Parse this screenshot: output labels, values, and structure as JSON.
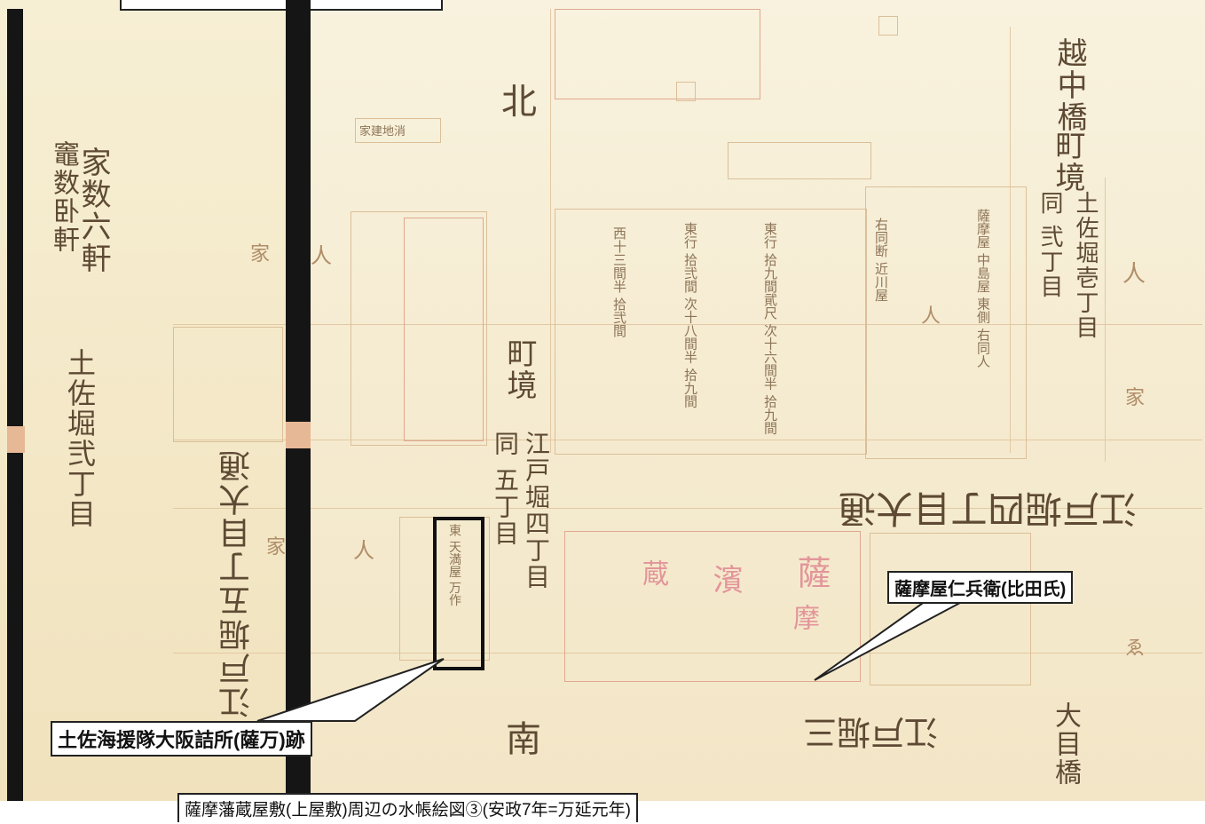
{
  "callouts": {
    "tosa_office": "土佐海援隊大阪詰所(薩万)跡",
    "satsumaya": "薩摩屋仁兵衛(比田氏)"
  },
  "caption": "薩摩藩蔵屋敷(上屋敷)周辺の水帳絵図③(安政7年=万延元年)",
  "map_text": {
    "north": "北",
    "south": "南",
    "etchu_bashi": "越中橋",
    "machisakai_1": "町境",
    "tosabori_1_2": "土佐堀壱丁目",
    "tosabori_2": "同 弐丁目",
    "iekazu_1": "家数六軒",
    "iekazu_2": "竈数卧軒",
    "tosabori_left": "土佐堀弐丁目",
    "machisakai_2": "町境",
    "edobori_4": "江戸堀四丁目",
    "edobori_5": "同 五丁目",
    "edobori_5_odori": "江戸堀五丁目大通",
    "edobori_4_odori": "江戸堀四丁目大通",
    "edobori_3": "江戸堀三",
    "ohime_bashi": "大目橋",
    "kawa_chi": "家建地消",
    "ie_1": "家",
    "ie_2": "家",
    "hito_1": "人",
    "hito_2": "人",
    "hito_3": "人",
    "hito_4": "人",
    "right_ka": "家",
    "right_ha": "ゑ",
    "sat_1": "薩",
    "sat_2": "摩",
    "hamaya": "濱",
    "kurayashiki": "蔵",
    "records_1": "東行 拾九間貮尺 次十六間半 拾九間",
    "records_2": "東行 拾弐間 次十八間半 拾九間",
    "records_3": "西十三間半 拾弐間",
    "records_4": "薩摩屋 中島屋 東側 右同人",
    "records_5": "右同断 近川屋",
    "records_6": "東 天満屋 万作"
  }
}
